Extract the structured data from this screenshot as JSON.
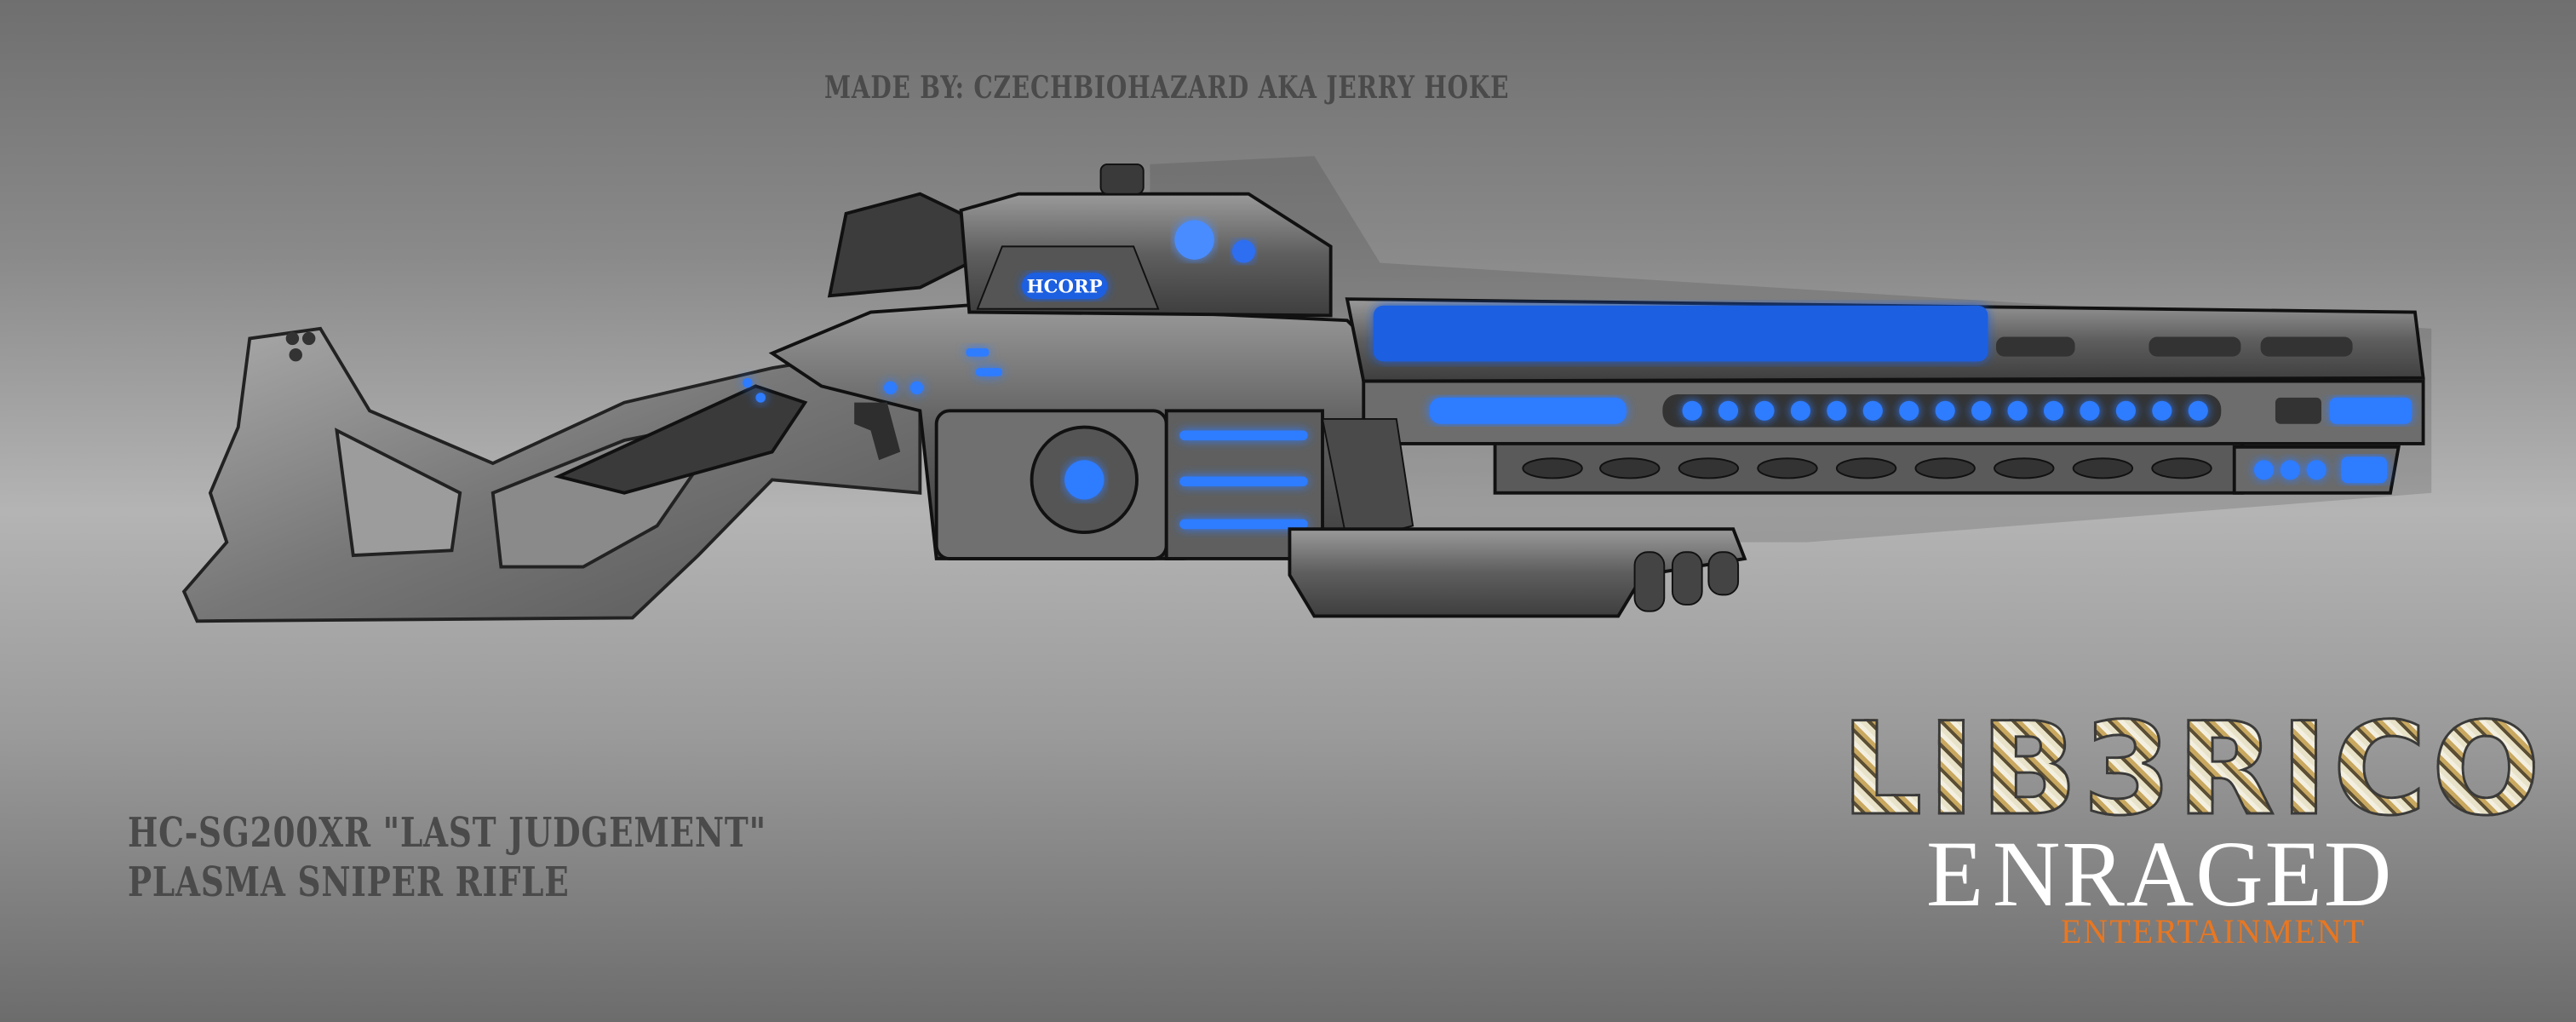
{
  "credit": "MADE BY: CZECHBIOHAZARD AKA JERRY HOKE",
  "weapon": {
    "title_line1": "HC-SG200XR \"LAST JUDGEMENT\"",
    "title_line2": "PLASMA SNIPER RIFLE",
    "receiver_label": "HCORP"
  },
  "logos": {
    "librico": "LIB3RICO",
    "enraged_initial": "E",
    "enraged_rest": "NRAGED",
    "entertainment": "ENTERTAINMENT"
  },
  "colors": {
    "metal": "#6a6a6a",
    "glow_blue": "#1f5fe0",
    "text_stencil": "#4a4a4a",
    "enraged_orange": "#e87722"
  }
}
